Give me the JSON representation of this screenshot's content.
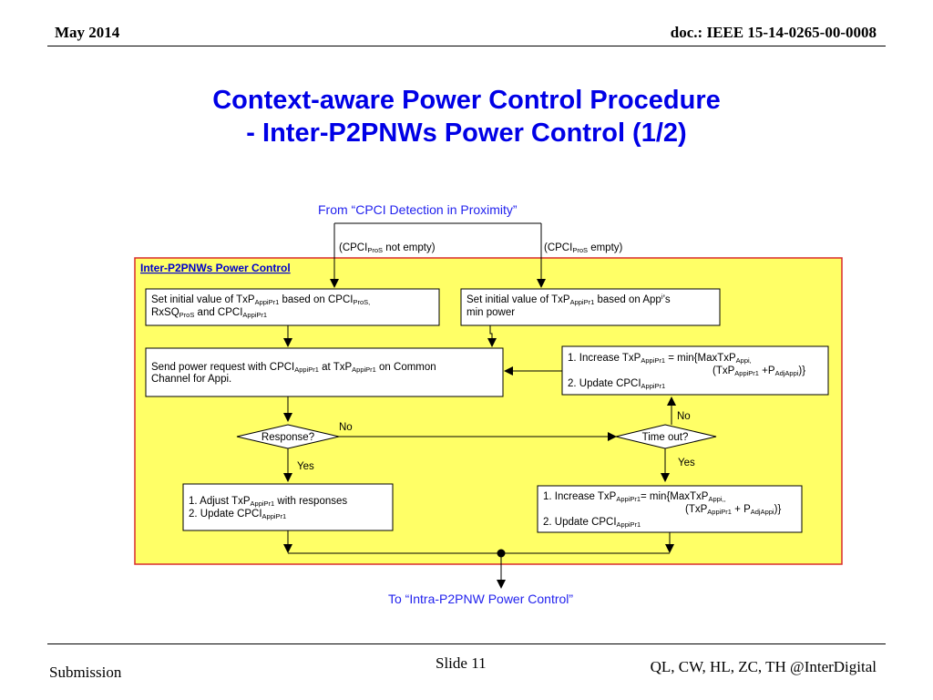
{
  "header": {
    "date": "May 2014",
    "doc": "doc.: IEEE 15-14-0265-00-0008"
  },
  "title": {
    "line1": "Context-aware Power Control Procedure",
    "line2": "- Inter-P2PNWs Power Control (1/2)"
  },
  "diagram": {
    "from_label": "From “CPCI Detection in Proximity”",
    "to_label": "To “Intra-P2PNW Power Control”",
    "branch_not_empty": [
      "(CPCI",
      "ProS",
      " not empty)"
    ],
    "branch_empty": [
      "(CPCI",
      "ProS",
      " empty)"
    ],
    "panel_title": "Inter-P2PNWs Power Control",
    "box_set_initial_cpci": {
      "line1": [
        "Set initial value of TxP",
        "AppiPr1",
        "  based on CPCI",
        "ProS,"
      ],
      "line2": [
        "RxSQ",
        "ProS",
        " and CPCI",
        "AppiPr1"
      ]
    },
    "box_set_initial_min": {
      "line1": [
        "Set initial value of TxP",
        "AppiPr1",
        "  based on  App",
        "i",
        "’s"
      ],
      "line2": "min power"
    },
    "box_send_request": {
      "line1": [
        "Send power request with CPCI",
        "AppiPr1",
        " at TxP",
        "AppiPr1",
        " on Common"
      ],
      "line2": "Channel for Appi."
    },
    "box_increase_top": {
      "line1": [
        "1. Increase TxP",
        "AppiPr1",
        " = min{MaxTxP",
        "Appi,"
      ],
      "line2": [
        "(TxP",
        "AppiPr1",
        " +P",
        "AdjAppi",
        ")}"
      ],
      "line3": [
        "2. Update CPCI",
        "AppiPr1"
      ]
    },
    "decision_response": "Response?",
    "decision_timeout": "Time out?",
    "label_no_response": "No",
    "label_yes_response": "Yes",
    "label_no_timeout": "No",
    "label_yes_timeout": "Yes",
    "box_adjust": {
      "line1": [
        "1. Adjust TxP",
        "AppiPr1",
        " with responses"
      ],
      "line2": [
        "2. Update CPCI",
        "AppiPr1"
      ]
    },
    "box_increase_bottom": {
      "line1": [
        "1. Increase TxP",
        "AppiPr1",
        "= min{MaxTxP",
        "Appi,,"
      ],
      "line2": [
        "(TxP",
        "AppiPr1",
        " + P",
        "AdjAppi",
        ")}"
      ],
      "line3": [
        "2. Update CPCI",
        "AppiPr1"
      ]
    },
    "colors": {
      "panel_fill": "#ffff66",
      "panel_border": "#d92b2b",
      "accent_text": "#2222ee"
    }
  },
  "footer": {
    "left": "Submission",
    "center": "Slide 11",
    "right": "QL, CW, HL, ZC, TH @InterDigital"
  }
}
